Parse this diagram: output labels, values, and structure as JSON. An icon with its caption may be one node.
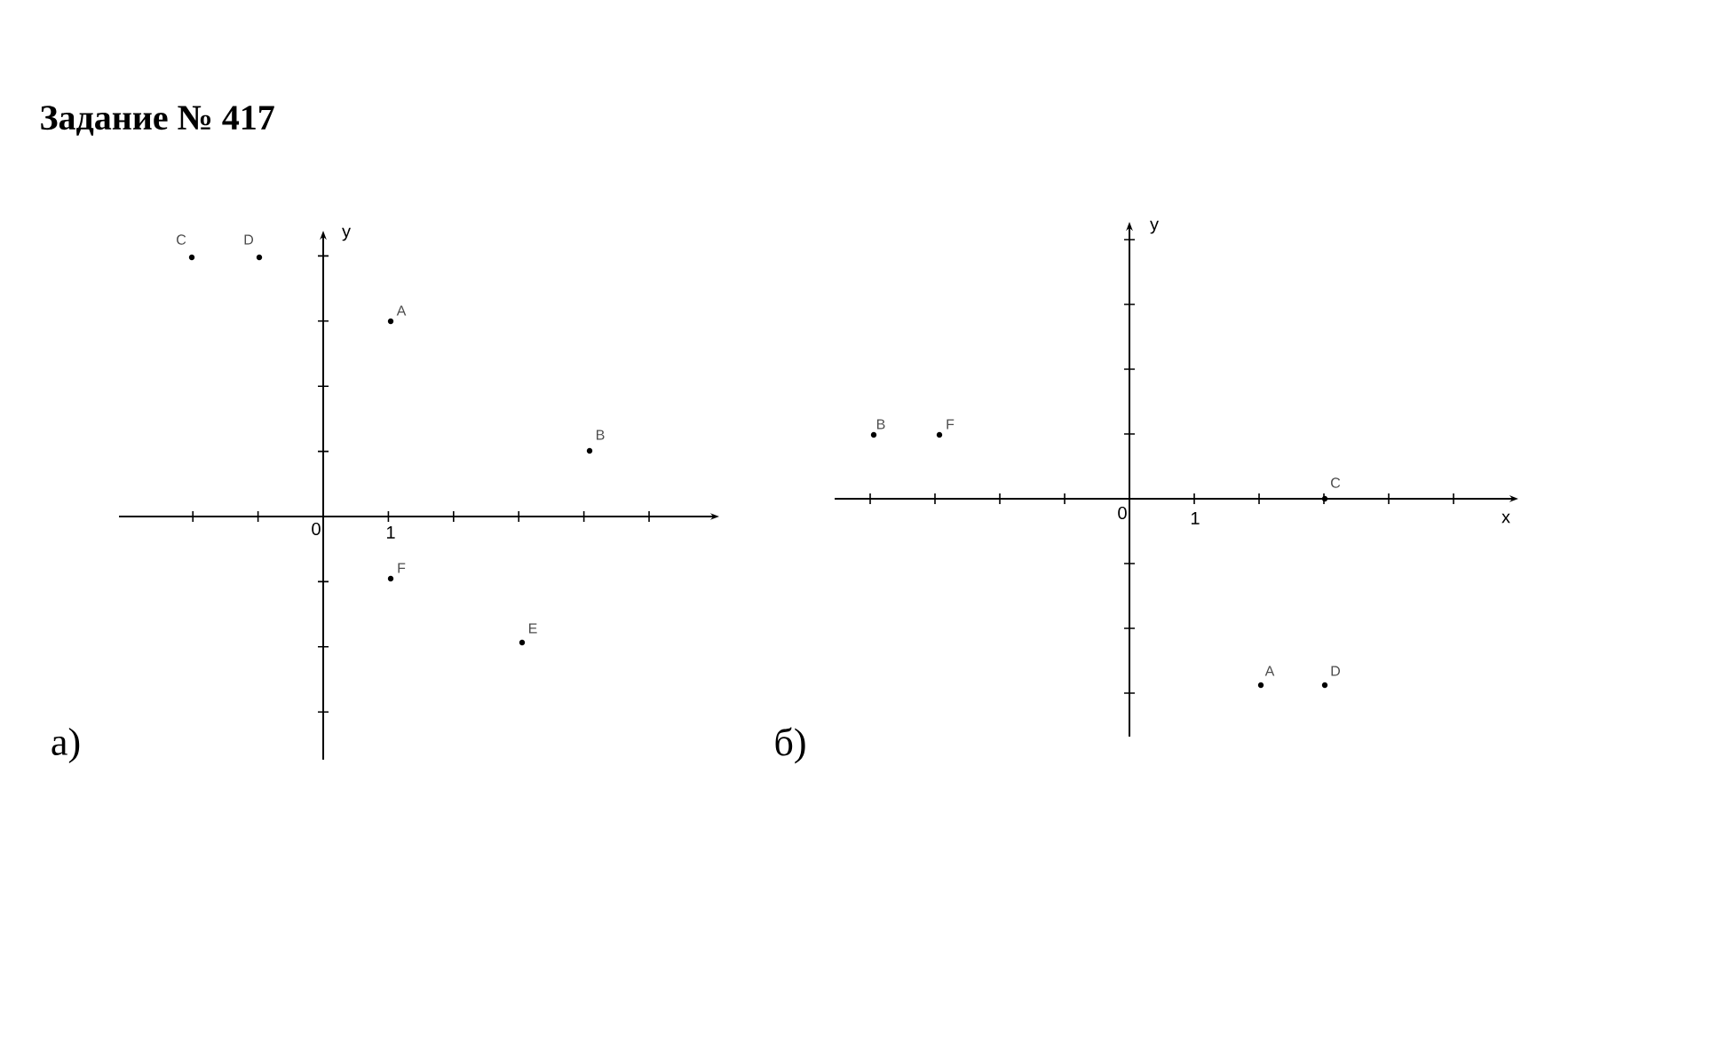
{
  "diagram": {
    "title": "Задание № 417",
    "nodes": [
      {
        "text": [
          "C"
        ]
      },
      {
        "text": [
          "D"
        ]
      },
      {
        "text": [
          "A"
        ]
      },
      {
        "text": [
          "B"
        ]
      },
      {
        "text": [
          "F"
        ]
      },
      {
        "text": [
          "E"
        ]
      },
      {
        "text": [
          "B"
        ]
      },
      {
        "text": [
          "F"
        ]
      },
      {
        "text": [
          "C"
        ]
      },
      {
        "text": [
          "A"
        ]
      },
      {
        "text": [
          "D"
        ]
      }
    ],
    "labels": [
      "y",
      "0",
      "1",
      "а)",
      "y",
      "0",
      "1",
      "x",
      "б)"
    ]
  }
}
